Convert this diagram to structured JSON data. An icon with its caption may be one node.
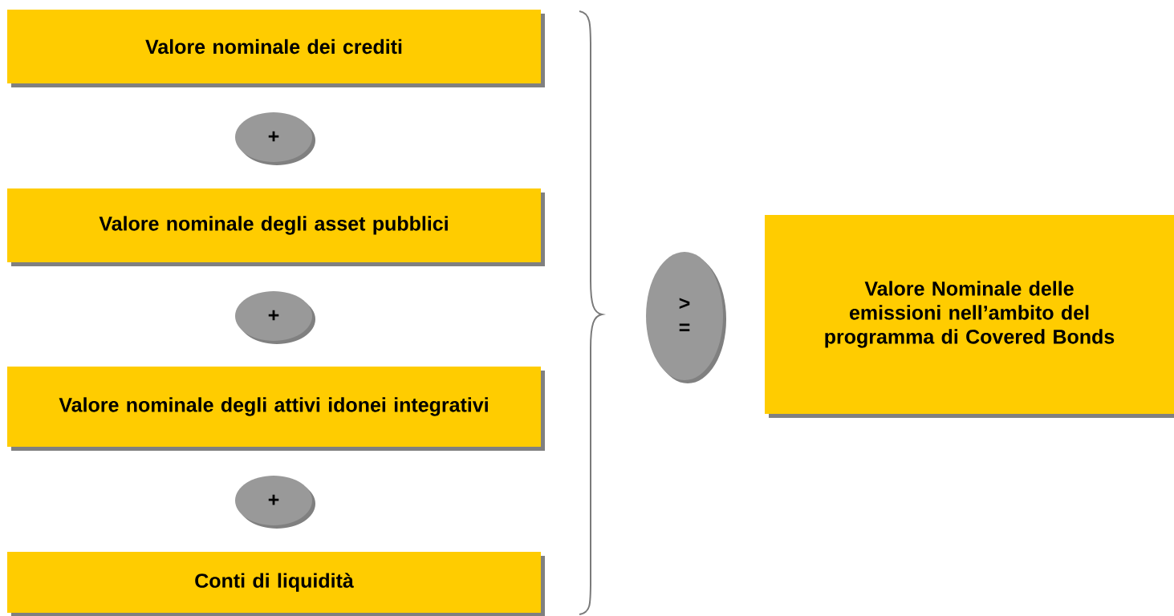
{
  "diagram": {
    "nodes": [
      {
        "text": [
          "Valore nominale dei crediti"
        ]
      },
      {
        "text": [
          "+"
        ]
      },
      {
        "text": [
          "Valore nominale degli asset pubblici"
        ]
      },
      {
        "text": [
          "+"
        ]
      },
      {
        "text": [
          "Valore nominale degli attivi idonei integrativi"
        ]
      },
      {
        "text": [
          "+"
        ]
      },
      {
        "text": [
          "Conti di liquidità"
        ]
      },
      {
        "text": [
          "> ="
        ]
      },
      {
        "text": [
          "Valore Nominale delle emissioni nell’ambito del programma di Covered Bonds"
        ]
      }
    ]
  }
}
